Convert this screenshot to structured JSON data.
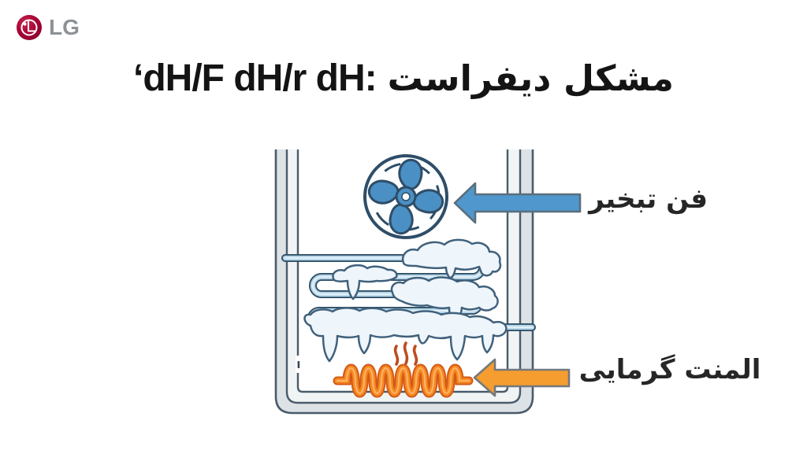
{
  "brand": {
    "name": "LG",
    "logo_circle_color": "#a50034",
    "wordmark_color": "#8e9296"
  },
  "title": {
    "text": "مشکل دیفراست: dH/F dH/r dH‘",
    "latin_segment": "‘dH/F dH/r dH:",
    "persian_segment": "مشکل دیفراست",
    "color": "#141414"
  },
  "diagram": {
    "fan_callout": {
      "text": "فن تبخیر",
      "arrow_direction": "left",
      "arrow_color": "#4f97cc"
    },
    "heater_callout": {
      "text": "المنت گرمایی",
      "arrow_direction": "left",
      "arrow_color": "#f59d2e"
    },
    "colors": {
      "cabinet_outline": "#4a5b6b",
      "cabinet_wall_fill": "#dde2e6",
      "cabinet_inner_fill": "#f1f4f5",
      "coil_fill": "#b9d8e9",
      "coil_outline": "#2f4f66",
      "coil_highlight": "#e9f4fa",
      "frost_fill": "#eef5fb",
      "frost_outline": "#40617c",
      "fan_blade_fill": "#4a90c4",
      "heater_fill": "#f6891f",
      "heater_outline": "#d25a17",
      "heater_highlight": "#ffb168",
      "heat_wave_color": "#bf4c1f"
    }
  }
}
